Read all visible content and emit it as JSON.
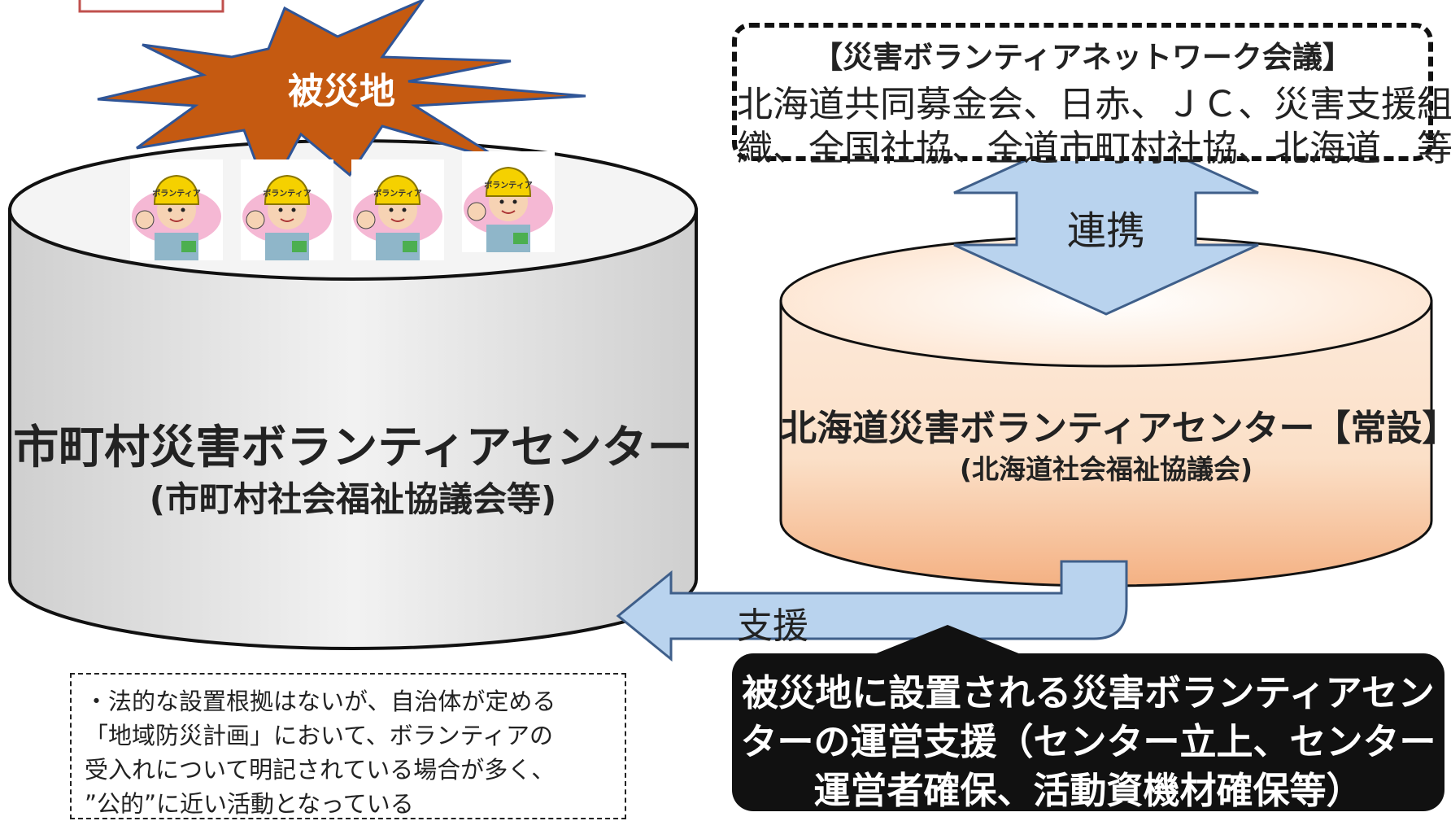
{
  "disaster_site": "被災地",
  "network_council": {
    "title": "【災害ボランティアネットワーク会議】",
    "line1": "北海道共同募金会、日赤、ＪＣ、災害支援組",
    "line2": "織、全国社協、全道市町村社協、北海道　等"
  },
  "cooperation_label": "連携",
  "municipal_center": {
    "name": "市町村災害ボランティアセンター",
    "sub": "(市町村社会福祉協議会等)"
  },
  "hokkaido_center": {
    "name": "北海道災害ボランティアセンター【常設】",
    "sub": "(北海道社会福祉協議会)"
  },
  "support_label": "支援",
  "volunteer_helmet_text": "ボランティア",
  "note": "・法的な設置根拠はないが、自治体が定める\n「地域防災計画」において、ボランティアの\n受入れについて明記されている場合が多く、\n”公的”に近い活動となっている",
  "support_box": {
    "line1": "被災地に設置される災害ボランティアセン",
    "line2": "ターの運営支援（センター立上、センター",
    "line3": "運営者確保、活動資機材確保等）"
  },
  "colors": {
    "burst": "#c55a11",
    "arrow_fill": "#b9d3ee",
    "cylinder_gray": "#e6e6e6",
    "cylinder_peach": "#f8cba8"
  }
}
